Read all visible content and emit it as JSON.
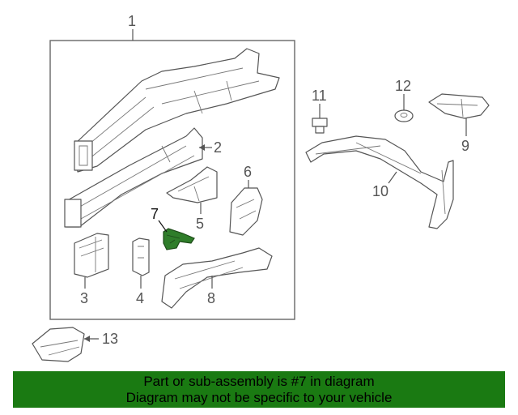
{
  "diagram": {
    "highlight_color": "#2f7d2a",
    "callouts": {
      "c1": "1",
      "c2": "2",
      "c3": "3",
      "c4": "4",
      "c5": "5",
      "c6": "6",
      "c7": "7",
      "c8": "8",
      "c9": "9",
      "c10": "10",
      "c11": "11",
      "c12": "12",
      "c13": "13"
    }
  },
  "banner": {
    "line1": "Part or sub-assembly is #7 in diagram",
    "line2": "Diagram may not be specific to your vehicle",
    "color": "#1a7a12"
  }
}
